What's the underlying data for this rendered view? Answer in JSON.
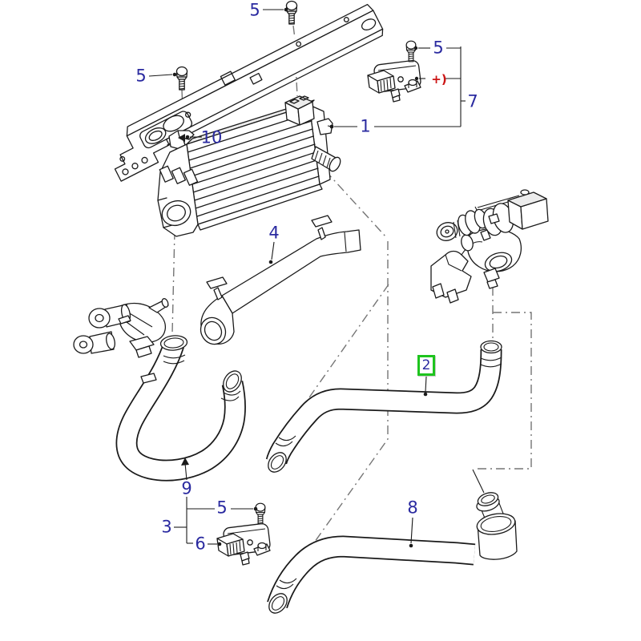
{
  "diagram": {
    "colors": {
      "line": "#1a1a1a",
      "reference": "#757575",
      "label": "#2a2aa0",
      "highlight": "#1ec41e",
      "callout": "#cc1414"
    },
    "labels": {
      "callout_5_top": "5",
      "callout_5_left": "5",
      "callout_5_upper_right": "5",
      "callout_plus": "+)",
      "callout_7": "7",
      "callout_1": "1",
      "callout_10": "10",
      "callout_4": "4",
      "callout_2": "2",
      "callout_9": "9",
      "callout_5_bottom": "5",
      "callout_3": "3",
      "callout_6": "6",
      "callout_8": "8"
    }
  }
}
